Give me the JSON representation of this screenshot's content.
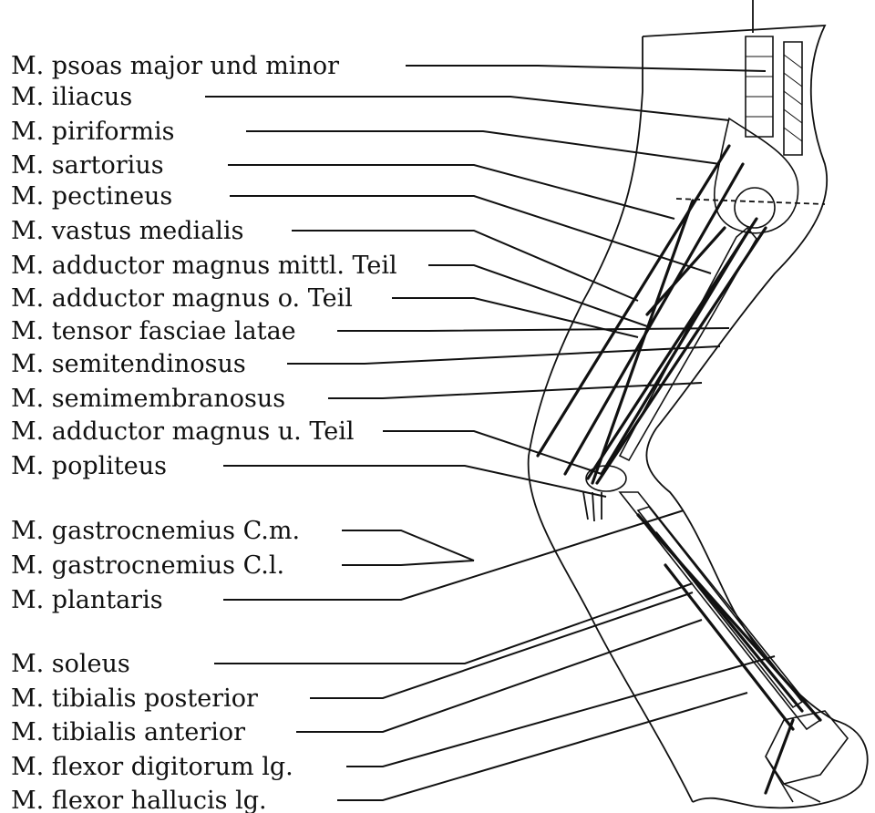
{
  "labels": [
    "M. psoas major und minor",
    "M. iliacus",
    "M. piriformis",
    "M. sartorius",
    "M. pectineus",
    "M. vastus medialis",
    "M. adductor magnus mittl. Teil",
    "M. adductor magnus o. Teil",
    "M. tensor fasciae latae",
    "M. semitendinosus",
    "M. semimembranosus",
    "M. adductor magnus u. Teil",
    "M. popliteus",
    "M. gastrocnemius C.m.",
    "M. gastrocnemius C.l.",
    "M. plantaris",
    "M. soleus",
    "M. tibialis posterior",
    "M. tibialis anterior",
    "M. flexor digitorum lg.",
    "M. flexor hallucis lg."
  ]
}
